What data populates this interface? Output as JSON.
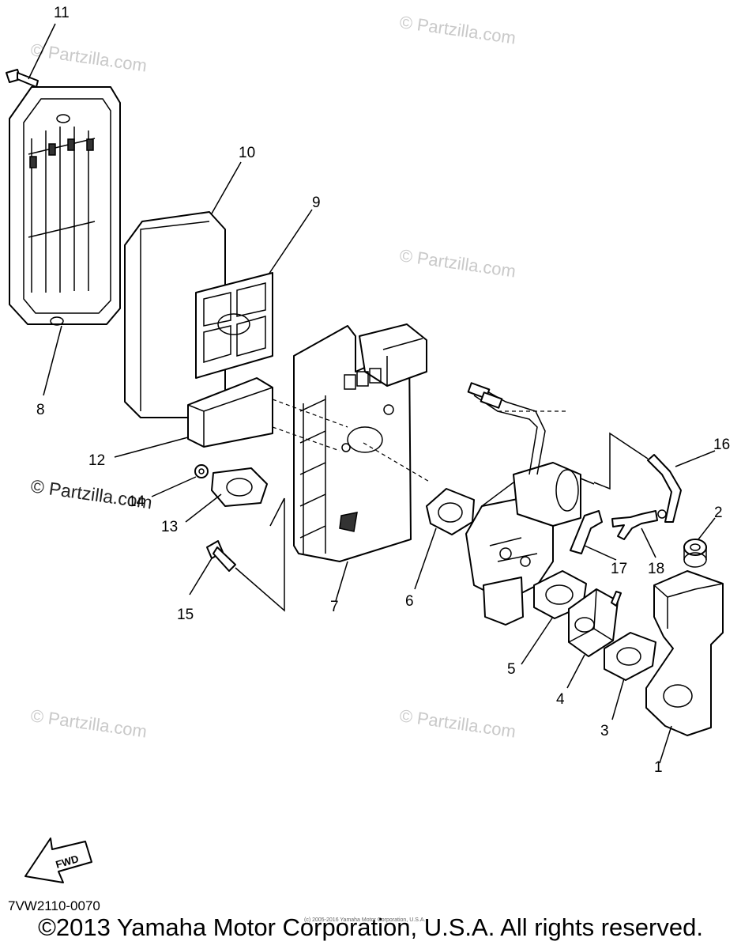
{
  "watermark": "© Partzilla.com",
  "callouts": [
    "1",
    "2",
    "3",
    "4",
    "5",
    "6",
    "7",
    "8",
    "9",
    "10",
    "11",
    "12",
    "13",
    "14",
    "15",
    "16",
    "17",
    "18"
  ],
  "fwd_label": "FWD",
  "diagram_code": "7VW2110-0070",
  "small_notice": "(c) 2005-2016 Yamaha Motor Corporation, U.S.A.",
  "copyright": "©2013 Yamaha Motor Corporation, U.S.A. All rights reserved."
}
